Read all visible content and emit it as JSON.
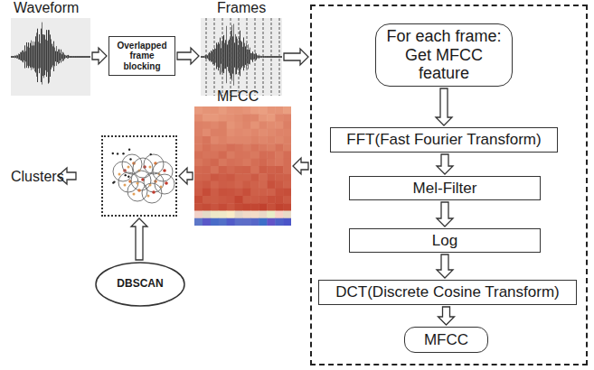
{
  "diagram": {
    "nodes": [
      {
        "text": [
          "Waveform"
        ]
      },
      {
        "text": [
          "Overlapped frame blocking"
        ]
      },
      {
        "text": [
          "Frames"
        ]
      },
      {
        "text": []
      },
      {
        "text": [
          "For each frame: Get MFCC feature"
        ],
        "in": 3
      },
      {
        "text": [
          "FFT(Fast Fourier Transform)"
        ],
        "in": 3
      },
      {
        "text": [
          "Mel-Filter"
        ],
        "in": 3
      },
      {
        "text": [
          "Log"
        ],
        "in": 3
      },
      {
        "text": [
          "DCT(Discrete Cosine Transform)"
        ],
        "in": 3
      },
      {
        "text": [
          "MFCC"
        ],
        "in": 3
      },
      {
        "text": [
          "MFCC"
        ]
      },
      {
        "text": [
          "Clusters"
        ]
      },
      {
        "text": [
          "DBSCAN"
        ]
      }
    ],
    "edges": [
      {
        "from": 0,
        "to": 1,
        "arrow": "to"
      },
      {
        "from": 1,
        "to": 2,
        "arrow": "to"
      },
      {
        "from": 2,
        "to": 3,
        "arrow": "to"
      },
      {
        "from": 4,
        "to": 5,
        "arrow": "to"
      },
      {
        "from": 5,
        "to": 6,
        "arrow": "to"
      },
      {
        "from": 6,
        "to": 7,
        "arrow": "to"
      },
      {
        "from": 7,
        "to": 8,
        "arrow": "to"
      },
      {
        "from": 8,
        "to": 9,
        "arrow": "to"
      },
      {
        "from": 3,
        "to": 10,
        "arrow": "to"
      },
      {
        "from": 10,
        "to": 11,
        "arrow": "to"
      },
      {
        "from": 12,
        "to": 11,
        "arrow": "to"
      }
    ]
  }
}
